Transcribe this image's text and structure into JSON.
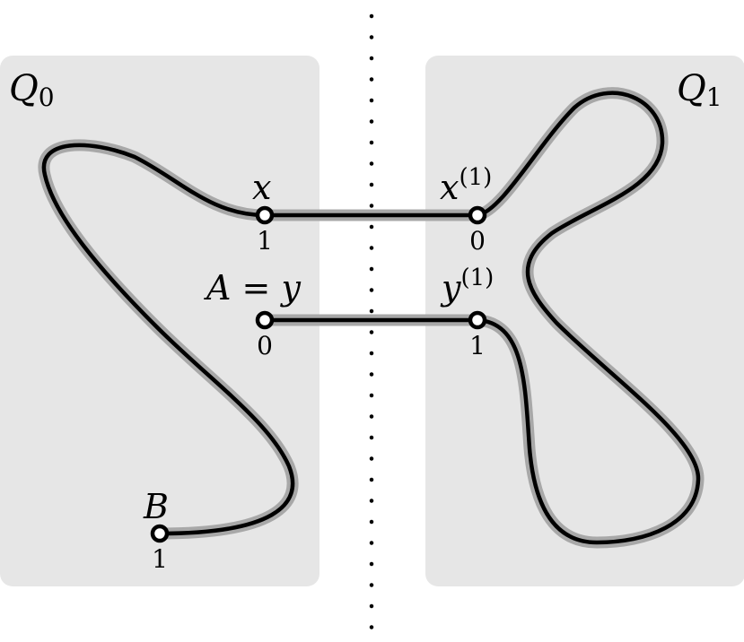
{
  "regions": {
    "left": {
      "label_main": "Q",
      "label_sub": "0"
    },
    "right": {
      "label_main": "Q",
      "label_sub": "1"
    }
  },
  "vertices": {
    "x": {
      "name": "x",
      "value": "1"
    },
    "x1": {
      "name": "x",
      "sup": "(1)",
      "value": "0"
    },
    "y": {
      "prefix": "A = ",
      "name": "y",
      "value": "0"
    },
    "y1": {
      "name": "y",
      "sup": "(1)",
      "value": "1"
    },
    "b": {
      "name": "B",
      "value": "1"
    }
  },
  "colors": {
    "region_fill": "#e6e6e6",
    "halo": "#a8a8a8",
    "curve": "#000000",
    "vertex_fill": "#ffffff"
  }
}
